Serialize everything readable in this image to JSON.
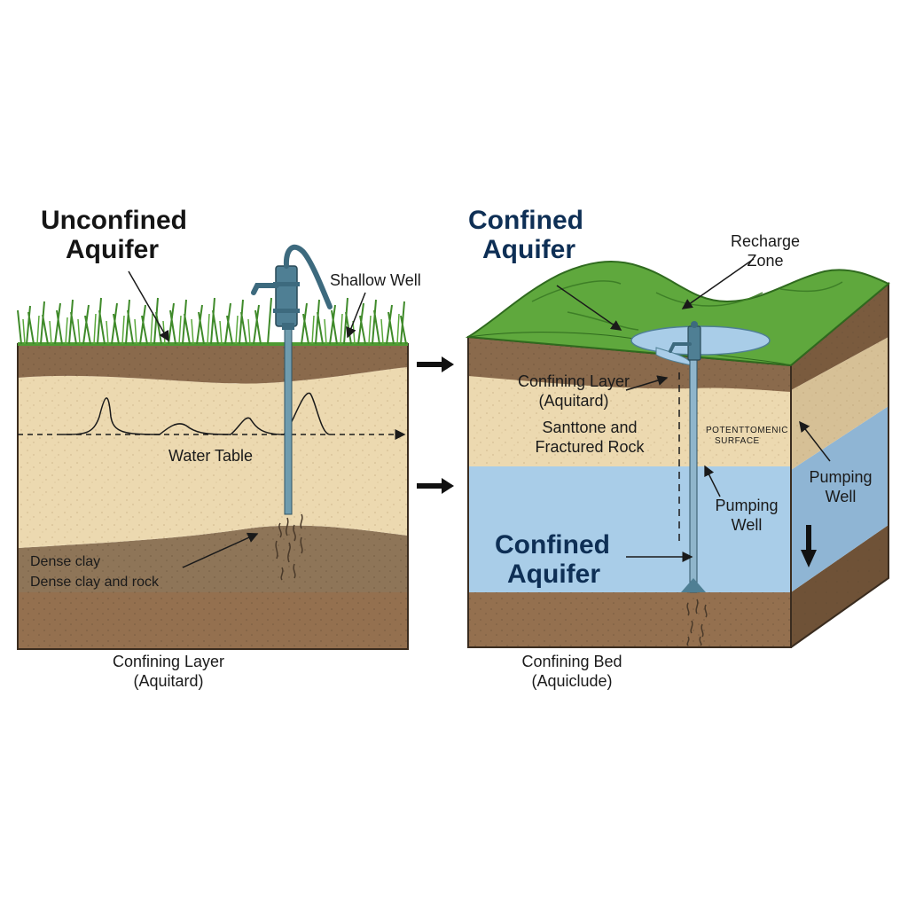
{
  "left_panel": {
    "title_line1": "Unconfined",
    "title_line2": "Aquifer",
    "shallow_well": "Shallow Well",
    "water_table": "Water Table",
    "dense_clay": "Dense clay",
    "dense_clay_rock": "Dense clay and rock",
    "confining_layer_line1": "Confining Layer",
    "confining_layer_line2": "(Aquitard)"
  },
  "right_panel": {
    "title_line1": "Confined",
    "title_line2": "Aquifer",
    "recharge_line1": "Recharge",
    "recharge_line2": "Zone",
    "confining_layer_line1": "Confining Layer",
    "confining_layer_line2": "(Aquitard)",
    "sandstone_line1": "Santtone and",
    "sandstone_line2": "Fractured Rock",
    "potentiometric_line1": "POTENTTOMENIC",
    "potentiometric_line2": "SURFACE",
    "pumping_well_side_line1": "Pumping",
    "pumping_well_side_line2": "Well",
    "pumping_well_inner_line1": "Pumping",
    "pumping_well_inner_line2": "Well",
    "confined_aquifer_line1": "Confined",
    "confined_aquifer_line2": "Aquifer",
    "confining_bed_line1": "Confining Bed",
    "confining_bed_line2": "(Aquiclude)"
  },
  "colors": {
    "grass": "#4e9a33",
    "soil_top": "#8a6a4c",
    "sand": "#ecd9b0",
    "clay": "#8e7558",
    "bedrock": "#94704f",
    "water_blue": "#a9cde8",
    "pump_steel": "#4f7f94",
    "ink": "#1a1a1a"
  },
  "icons": [
    "hand-pump-icon",
    "arrow-right-icon",
    "arrow-down-icon"
  ]
}
